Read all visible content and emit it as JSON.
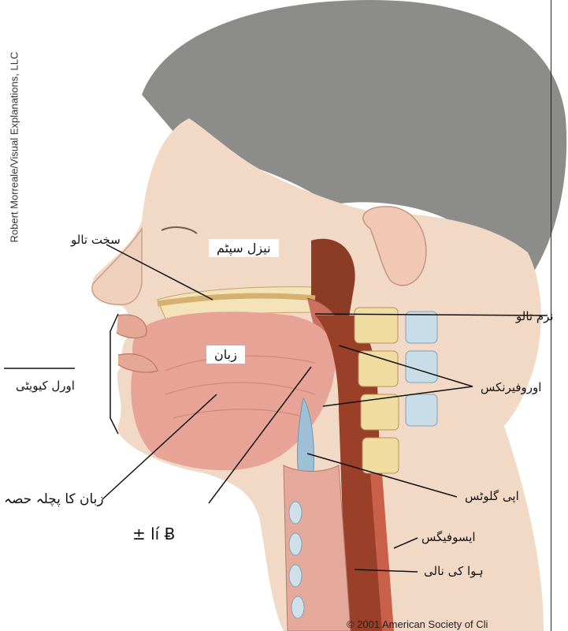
{
  "diagram": {
    "credit": "Robert Morreale/Visual Explanations, LLC",
    "copyright": "© 2001 American Society of Cli",
    "labels": {
      "hard_palate": "سخت تالو",
      "nasal_septum": "نیزل سپٹم",
      "soft_palate": "نرم تالو",
      "tongue": "زبان",
      "oral_cavity": "اورل کیویٹی",
      "oropharynx": "اوروفیرنکس",
      "back_of_tongue": "زبان کا پچلہ حصہ",
      "garbled": "± lí Ƀ",
      "epiglottis": "اپی گلوٹس",
      "esophagus": "ایسوفیگس",
      "trachea": "ہوا کی نالی"
    }
  }
}
